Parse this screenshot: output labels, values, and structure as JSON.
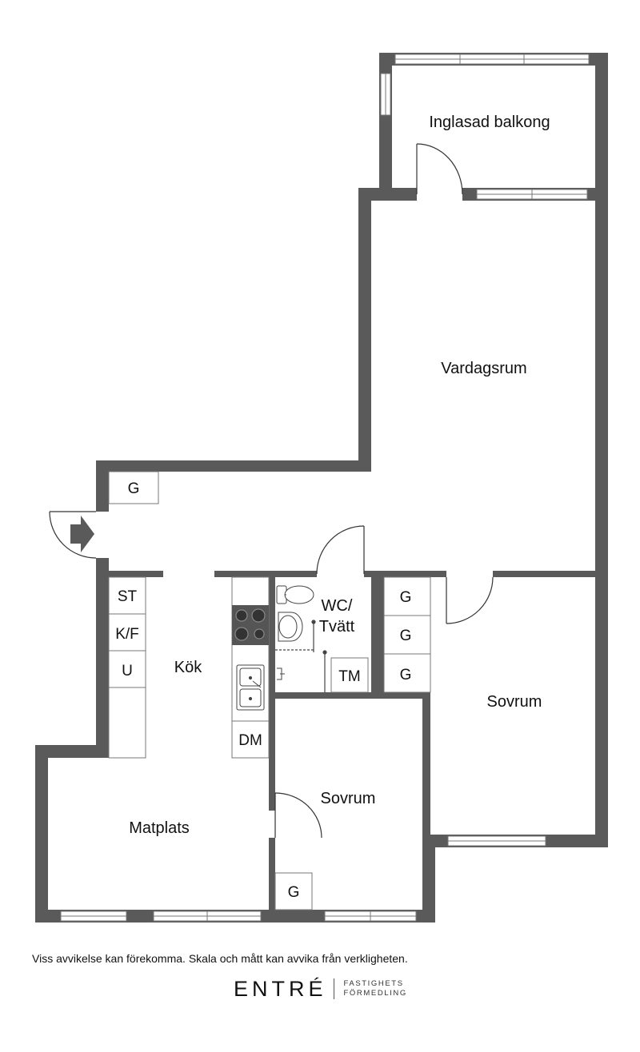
{
  "colors": {
    "wall": "#5a5a5a",
    "line": "#444444",
    "window_frame": "#777777",
    "door_arrow": "#5a5a5a"
  },
  "rooms": {
    "balcony": "Inglasad balkong",
    "living": "Vardagsrum",
    "kitchen": "Kök",
    "dining": "Matplats",
    "bedroom_right": "Sovrum",
    "bedroom_center": "Sovrum",
    "wc_line1": "WC/",
    "wc_line2": "Tvätt"
  },
  "fixtures": {
    "hall_closet": "G",
    "kitchen_st": "ST",
    "kitchen_kf": "K/F",
    "kitchen_u": "U",
    "dishwasher": "DM",
    "dryer": "TM",
    "wardrobe_1": "G",
    "wardrobe_2": "G",
    "wardrobe_3": "G",
    "bedroom_closet": "G"
  },
  "icons": [
    "entrance-arrow-icon",
    "door-swing-icon",
    "window-icon",
    "stove-icon",
    "sink-icon",
    "toilet-icon",
    "washbasin-icon",
    "shower-icon"
  ],
  "footer": {
    "disclaimer": "Viss avvikelse kan förekomma. Skala och mått kan avvika från verkligheten.",
    "brand_name": "ENTRÉ",
    "brand_sub_1": "FASTIGHETS",
    "brand_sub_2": "FÖRMEDLING"
  }
}
